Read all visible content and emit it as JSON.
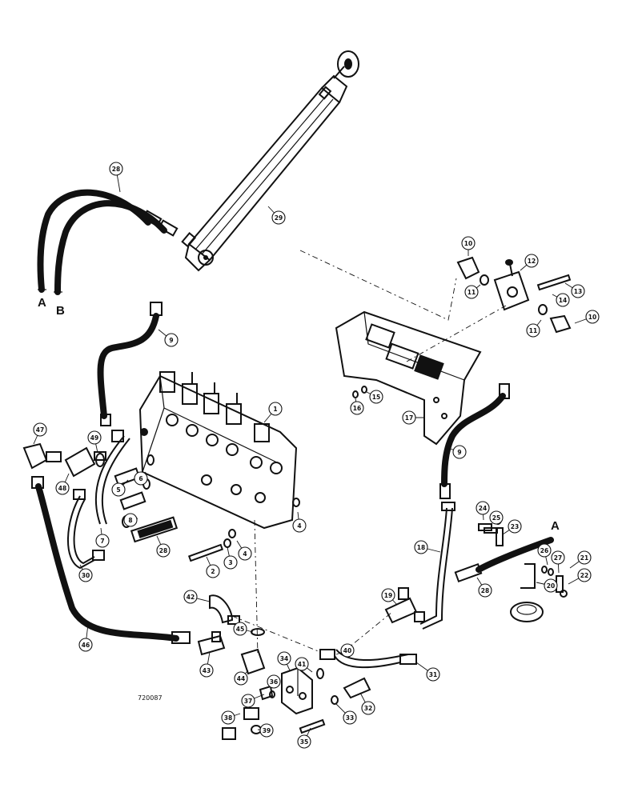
{
  "hose_end_labels": {
    "a": "A",
    "b": "B"
  },
  "drawing_code": "720087",
  "callouts": [
    {
      "id": "c1",
      "text": "1"
    },
    {
      "id": "c2",
      "text": "2"
    },
    {
      "id": "c3",
      "text": "3"
    },
    {
      "id": "c4a",
      "text": "4"
    },
    {
      "id": "c4b",
      "text": "4"
    },
    {
      "id": "c5",
      "text": "5"
    },
    {
      "id": "c6",
      "text": "6"
    },
    {
      "id": "c7",
      "text": "7"
    },
    {
      "id": "c8",
      "text": "8"
    },
    {
      "id": "c9a",
      "text": "9"
    },
    {
      "id": "c9b",
      "text": "9"
    },
    {
      "id": "c10a",
      "text": "10"
    },
    {
      "id": "c10b",
      "text": "10"
    },
    {
      "id": "c11a",
      "text": "11"
    },
    {
      "id": "c11b",
      "text": "11"
    },
    {
      "id": "c12",
      "text": "12"
    },
    {
      "id": "c13",
      "text": "13"
    },
    {
      "id": "c14",
      "text": "14"
    },
    {
      "id": "c15",
      "text": "15"
    },
    {
      "id": "c16",
      "text": "16"
    },
    {
      "id": "c17",
      "text": "17"
    },
    {
      "id": "c18",
      "text": "18"
    },
    {
      "id": "c19",
      "text": "19"
    },
    {
      "id": "c20",
      "text": "20"
    },
    {
      "id": "c21",
      "text": "21"
    },
    {
      "id": "c22",
      "text": "22"
    },
    {
      "id": "c23",
      "text": "23"
    },
    {
      "id": "c24",
      "text": "24"
    },
    {
      "id": "c25",
      "text": "25"
    },
    {
      "id": "c26",
      "text": "26"
    },
    {
      "id": "c27",
      "text": "27"
    },
    {
      "id": "c28a",
      "text": "28"
    },
    {
      "id": "c28b",
      "text": "28"
    },
    {
      "id": "c28c",
      "text": "28"
    },
    {
      "id": "c29",
      "text": "29"
    },
    {
      "id": "c30",
      "text": "30"
    },
    {
      "id": "c31",
      "text": "31"
    },
    {
      "id": "c32",
      "text": "32"
    },
    {
      "id": "c33",
      "text": "33"
    },
    {
      "id": "c34",
      "text": "34"
    },
    {
      "id": "c35",
      "text": "35"
    },
    {
      "id": "c36",
      "text": "36"
    },
    {
      "id": "c37",
      "text": "37"
    },
    {
      "id": "c38",
      "text": "38"
    },
    {
      "id": "c39",
      "text": "39"
    },
    {
      "id": "c40",
      "text": "40"
    },
    {
      "id": "c41",
      "text": "41"
    },
    {
      "id": "c42",
      "text": "42"
    },
    {
      "id": "c43",
      "text": "43"
    },
    {
      "id": "c44",
      "text": "44"
    },
    {
      "id": "c45",
      "text": "45"
    },
    {
      "id": "c46",
      "text": "46"
    },
    {
      "id": "c47",
      "text": "47"
    },
    {
      "id": "c48",
      "text": "48"
    },
    {
      "id": "c49",
      "text": "49"
    }
  ]
}
